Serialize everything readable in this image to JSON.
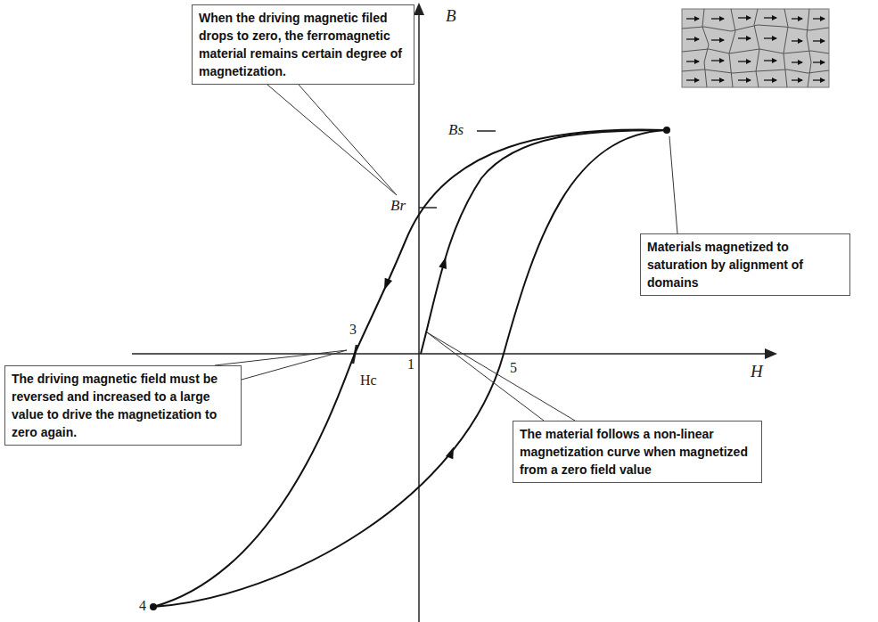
{
  "diagram": {
    "nodes": [
      {
        "text": [
          "When the driving magnetic filed drops to zero, the ferromagnetic material remains certain degree of magnetization."
        ]
      },
      {
        "text": [
          "Materials magnetized to saturation by alignment of domains"
        ]
      },
      {
        "text": [
          "The driving magnetic field must be reversed and increased to a large value to drive the magnetization to zero again."
        ]
      },
      {
        "text": [
          "The material follows a non-linear magnetization curve when magnetized from a zero field value"
        ]
      }
    ],
    "labels": [
      "B",
      "Bs",
      "Br",
      "3",
      "Hc",
      "1",
      "5",
      "H",
      "4"
    ]
  }
}
